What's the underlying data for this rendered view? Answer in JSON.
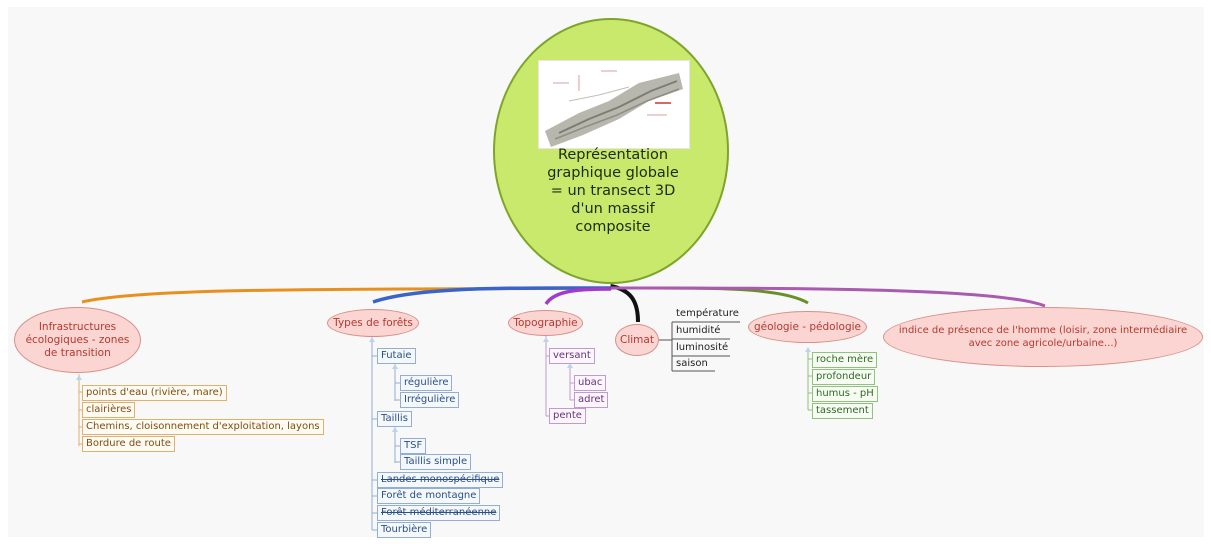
{
  "central": {
    "title": "Représentation\ngraphique globale\n= un transect 3D\nd'un massif\ncomposite",
    "image_icon": "terrain-transect-image"
  },
  "topics": {
    "infrastructures": {
      "label": "Infrastructures\nécologiques - zones\nde transition",
      "items": [
        "points d'eau (rivière, mare)",
        "clairières",
        "Chemins, cloisonnement d'exploitation, layons",
        "Bordure de route"
      ]
    },
    "forets": {
      "label": "Types de forêts",
      "futaie": "Futaie",
      "futaie_children": [
        "régulière",
        "Irrégulière"
      ],
      "taillis": "Taillis",
      "taillis_children": [
        "TSF",
        "Taillis simple"
      ],
      "others": [
        "Landes monospécifique",
        "Forêt de montagne",
        "Forêt méditerranéenne",
        "Tourbière"
      ]
    },
    "topographie": {
      "label": "Topographie",
      "versant": "versant",
      "versant_children": [
        "ubac",
        "adret"
      ],
      "pente": "pente"
    },
    "climat": {
      "label": "Climat",
      "items": [
        "température",
        "humidité",
        "luminosité",
        "saison"
      ]
    },
    "geologie": {
      "label": "géologie - pédologie",
      "items": [
        "roche mère",
        "profondeur",
        "humus - pH",
        "tassement"
      ]
    },
    "homme": {
      "label": "indice de présence de l'homme (loisir, zone intermédiaire\navec zone agricole/urbaine...)"
    }
  },
  "colors": {
    "central_fill": "#c8e96c",
    "topic_fill": "#fbd5d1",
    "topic_text": "#b13a31",
    "branch_orange": "#e8901e",
    "branch_blue": "#3a64c8",
    "branch_purple": "#9a3fc0",
    "branch_black": "#111111",
    "branch_green": "#6a8f2a",
    "branch_violet": "#a85bb0"
  }
}
